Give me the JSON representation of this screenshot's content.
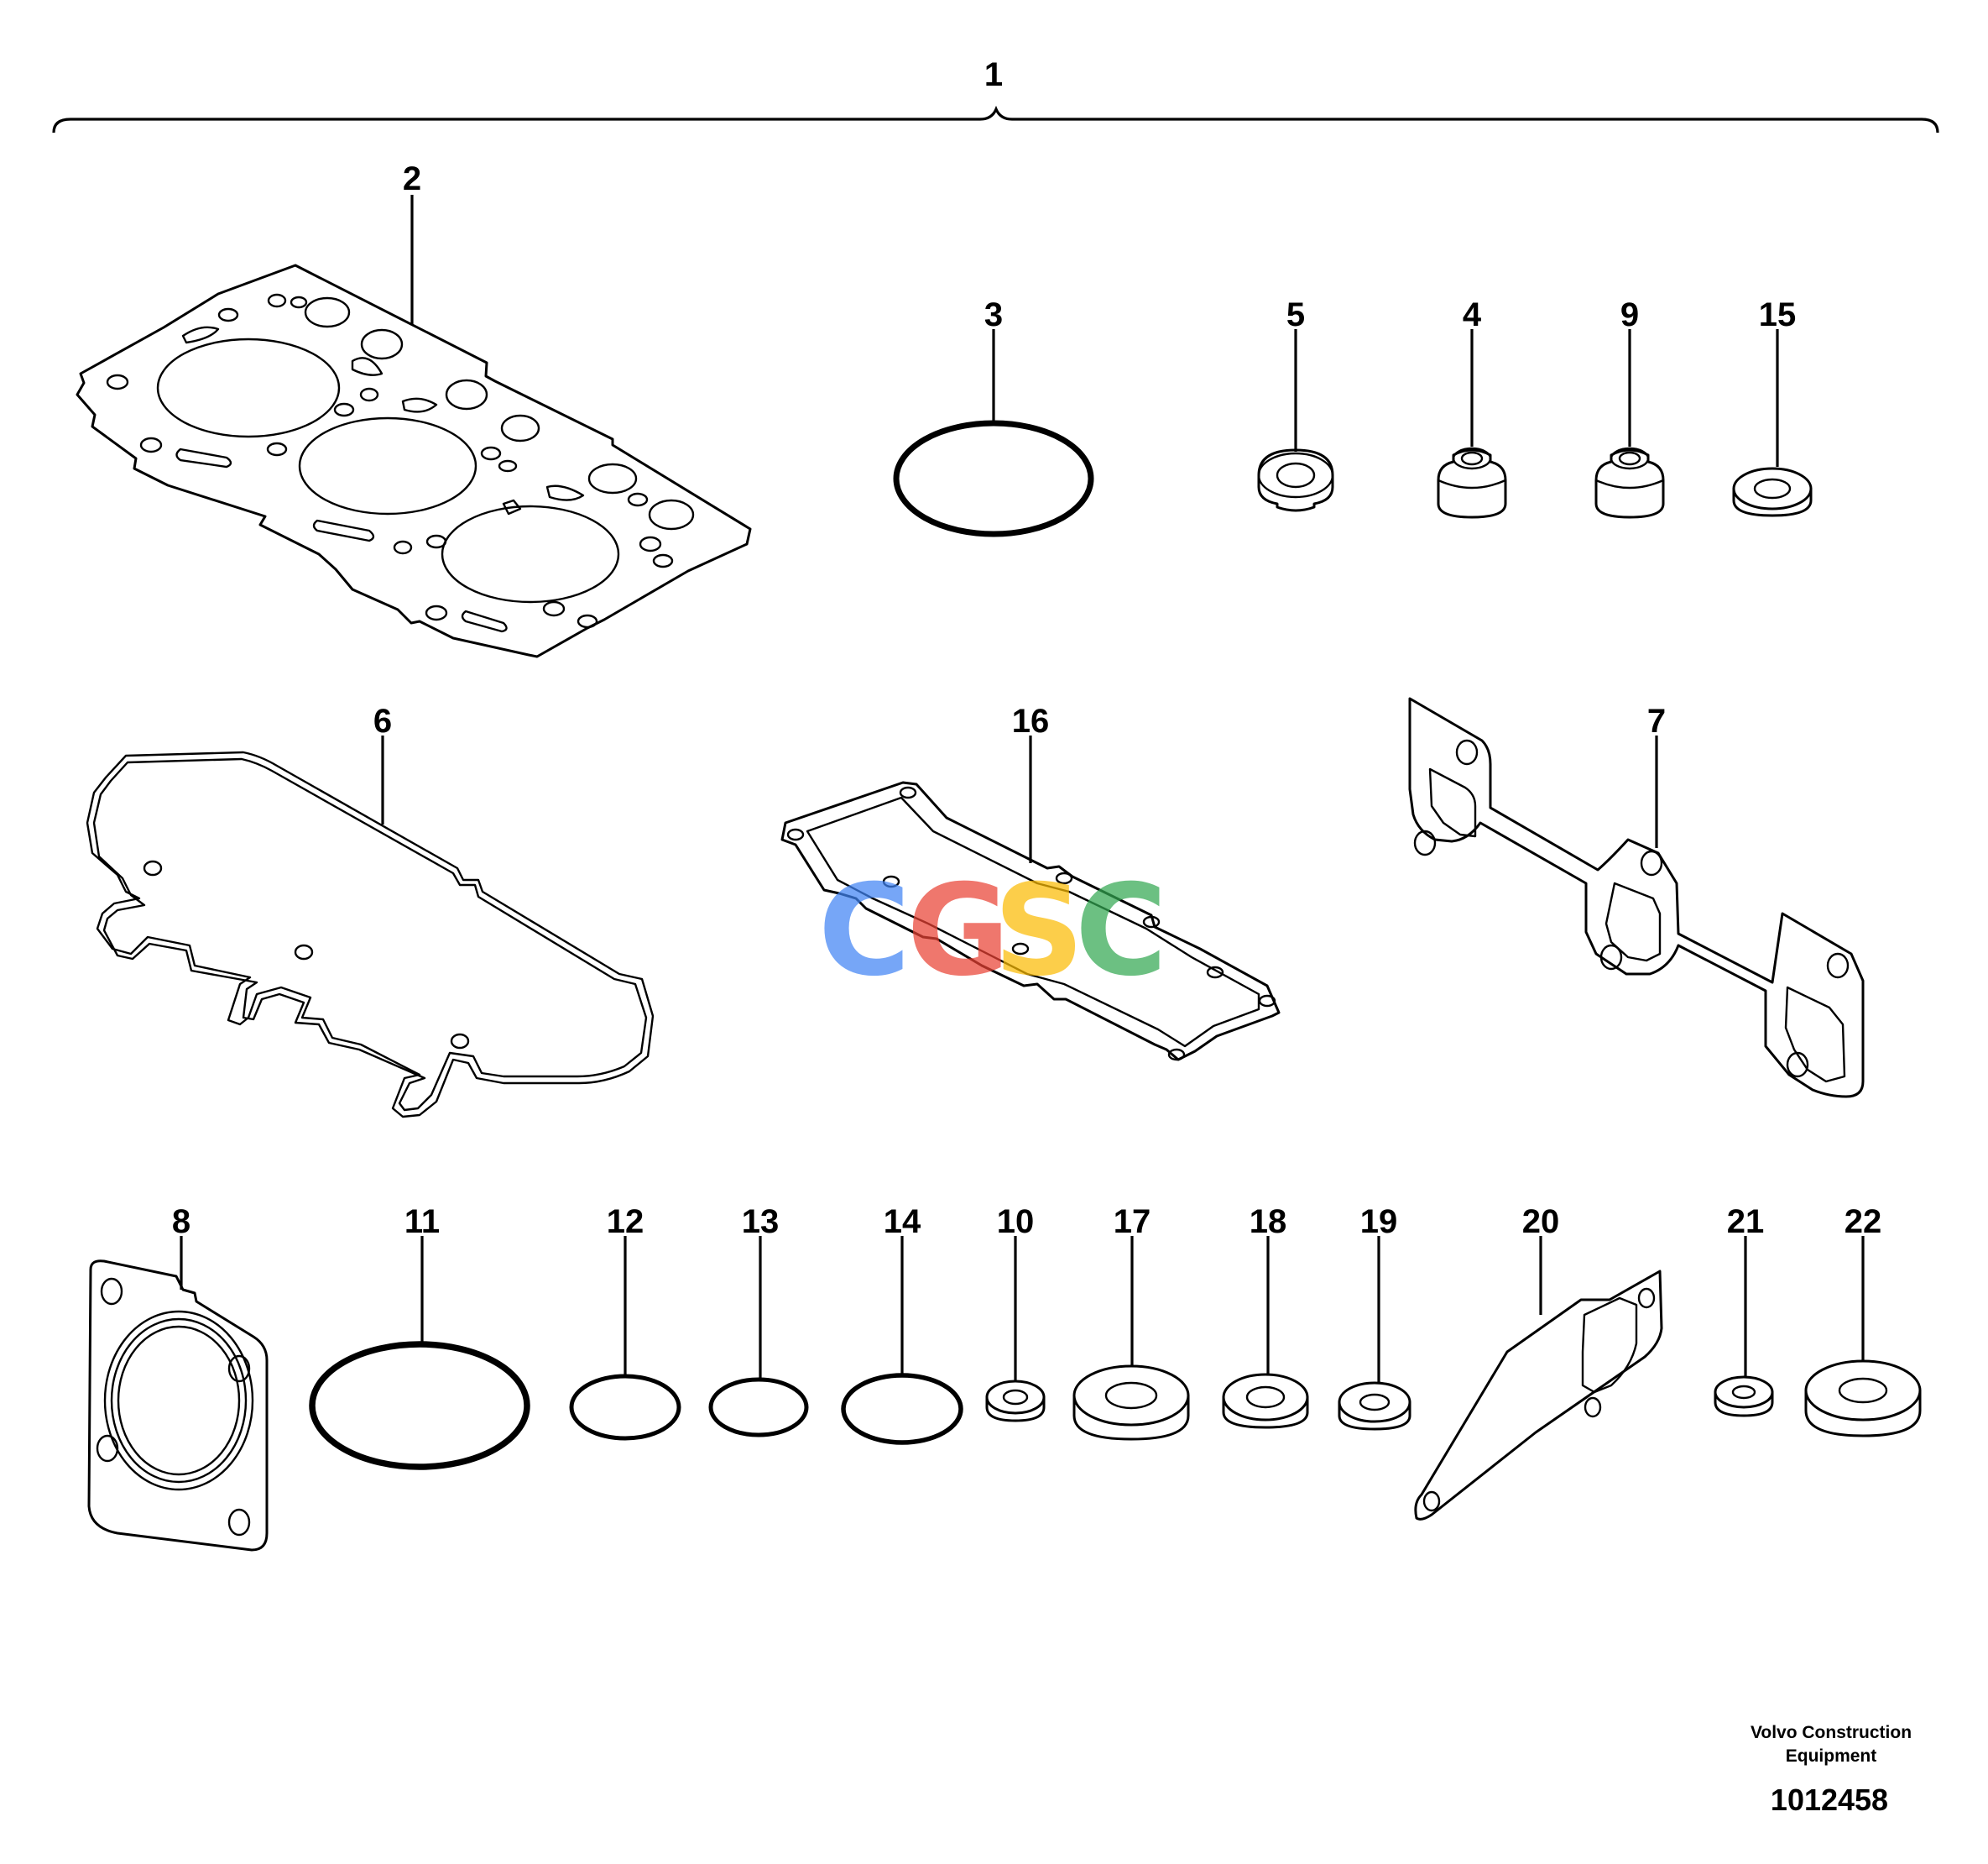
{
  "diagram": {
    "callouts": {
      "c1": "1",
      "c2": "2",
      "c3": "3",
      "c4": "4",
      "c5": "5",
      "c6": "6",
      "c7": "7",
      "c8": "8",
      "c9": "9",
      "c10": "10",
      "c11": "11",
      "c12": "12",
      "c13": "13",
      "c14": "14",
      "c15": "15",
      "c16": "16",
      "c17": "17",
      "c18": "18",
      "c19": "19",
      "c20": "20",
      "c21": "21",
      "c22": "22"
    },
    "manufacturer_line1": "Volvo Construction",
    "manufacturer_line2": "Equipment",
    "document_number": "1012458",
    "watermark": {
      "letters": [
        "C",
        "G",
        "S",
        "C"
      ],
      "colors": [
        "#4285F4",
        "#EA4335",
        "#FBBC05",
        "#34A853"
      ]
    }
  }
}
